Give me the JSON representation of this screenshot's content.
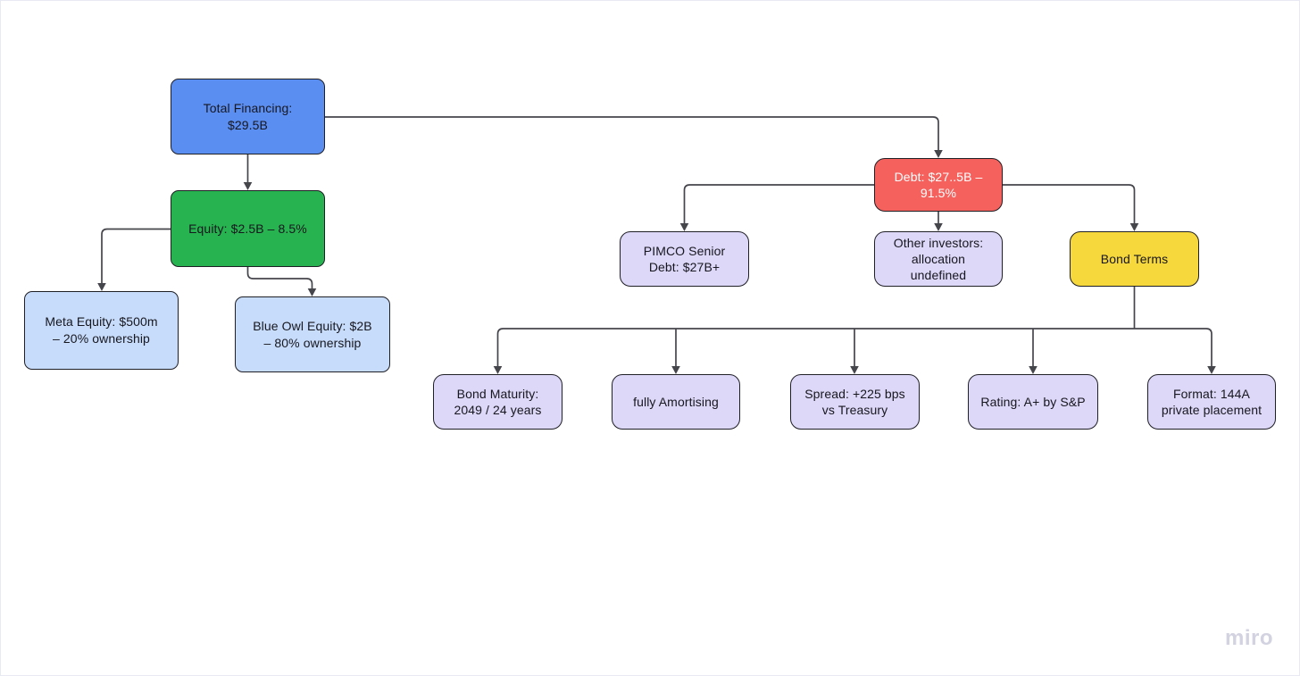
{
  "diagram": {
    "type": "flowchart",
    "watermark": "miro",
    "colors": {
      "blue": "#5b8ef1",
      "green": "#27b350",
      "light_blue": "#c7dcfa",
      "red": "#f5625e",
      "lavender": "#ddd7f8",
      "yellow": "#f6d73c",
      "node_border": "#1f1f26",
      "connector": "#45454c",
      "text_dark": "#17171f",
      "text_on_red": "#ffffff",
      "watermark_gray": "#d2d2e0"
    },
    "nodes": {
      "total_financing": {
        "label": "Total Financing:\n$29.5B",
        "color": "#5b8ef1",
        "text_color": "#17171f"
      },
      "equity": {
        "label": "Equity: $2.5B – 8.5%",
        "color": "#27b350",
        "text_color": "#17171f"
      },
      "meta_equity": {
        "label": "Meta Equity: $500m\n– 20% ownership",
        "color": "#c7dcfa",
        "text_color": "#17171f"
      },
      "blue_owl_equity": {
        "label": "Blue Owl Equity: $2B\n– 80% ownership",
        "color": "#c7dcfa",
        "text_color": "#17171f"
      },
      "debt": {
        "label": "Debt: $27..5B –\n91.5%",
        "color": "#f5625e",
        "text_color": "#ffffff"
      },
      "pimco": {
        "label": "PIMCO Senior\nDebt: $27B+",
        "color": "#ddd7f8",
        "text_color": "#17171f"
      },
      "other_investors": {
        "label": "Other investors:\nallocation\nundefined",
        "color": "#ddd7f8",
        "text_color": "#17171f"
      },
      "bond_terms": {
        "label": "Bond Terms",
        "color": "#f6d73c",
        "text_color": "#17171f"
      },
      "bond_maturity": {
        "label": "Bond Maturity:\n2049 / 24 years",
        "color": "#ddd7f8",
        "text_color": "#17171f"
      },
      "amortising": {
        "label": "fully Amortising",
        "color": "#ddd7f8",
        "text_color": "#17171f"
      },
      "spread": {
        "label": "Spread: +225 bps\nvs Treasury",
        "color": "#ddd7f8",
        "text_color": "#17171f"
      },
      "rating": {
        "label": "Rating: A+ by S&P",
        "color": "#ddd7f8",
        "text_color": "#17171f"
      },
      "format": {
        "label": "Format: 144A\nprivate placement",
        "color": "#ddd7f8",
        "text_color": "#17171f"
      }
    },
    "edges": [
      {
        "from": "total_financing",
        "to": "debt"
      },
      {
        "from": "total_financing",
        "to": "equity"
      },
      {
        "from": "equity",
        "to": "meta_equity"
      },
      {
        "from": "equity",
        "to": "blue_owl_equity"
      },
      {
        "from": "debt",
        "to": "pimco"
      },
      {
        "from": "debt",
        "to": "other_investors"
      },
      {
        "from": "debt",
        "to": "bond_terms"
      },
      {
        "from": "bond_terms",
        "to": "bond_maturity"
      },
      {
        "from": "bond_terms",
        "to": "amortising"
      },
      {
        "from": "bond_terms",
        "to": "spread"
      },
      {
        "from": "bond_terms",
        "to": "rating"
      },
      {
        "from": "bond_terms",
        "to": "format"
      }
    ]
  }
}
